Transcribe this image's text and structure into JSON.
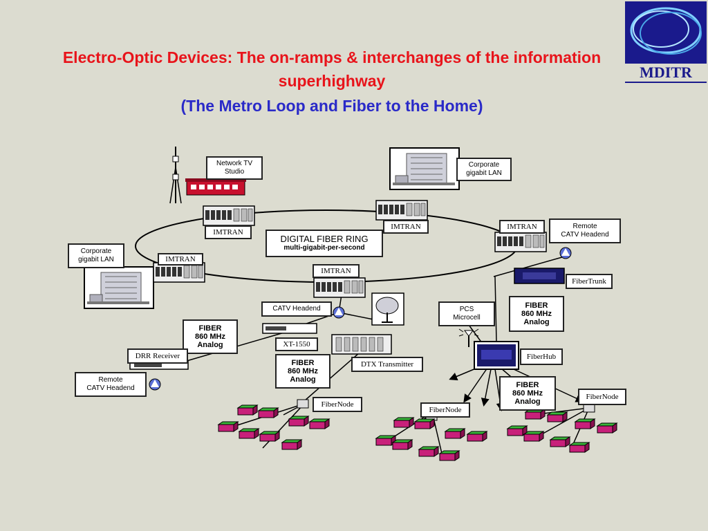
{
  "title": {
    "line1": "Electro-Optic Devices:  The on-ramps & interchanges of the information superhighway",
    "line2": "(The Metro Loop and Fiber to the Home)"
  },
  "logo": {
    "text": "MDITR"
  },
  "labels": {
    "network_tv_studio": "Network TV\nStudio",
    "corporate_lan_top": "Corporate\ngigabit LAN",
    "corporate_lan_left": "Corporate\ngigabit LAN",
    "imtran_1": "IMTRAN",
    "imtran_2": "IMTRAN",
    "imtran_3": "IMTRAN",
    "imtran_4": "IMTRAN",
    "imtran_5": "IMTRAN",
    "ring_title": "DIGITAL FIBER RING",
    "ring_sub": "multi-gigabit-per-second",
    "remote_catv_right": "Remote\nCATV Headend",
    "remote_catv_left": "Remote\nCATV Headend",
    "fibertrunk": "FiberTrunk",
    "catv_headend": "CATV Headend",
    "xt1550": "XT-1550",
    "fiber_left": "FIBER\n860 MHz\nAnalog",
    "fiber_center": "FIBER\n860 MHz\nAnalog",
    "fiber_right_top": "FIBER\n860 MHz\nAnalog",
    "fiber_right_bottom": "FIBER\n860 MHz\nAnalog",
    "drr_receiver": "DRR Receiver",
    "dtx_transmitter": "DTX Transmitter",
    "pcs_microcell": "PCS\nMicrocell",
    "fiberhub": "FiberHub",
    "fibernode_left": "FiberNode",
    "fibernode_center": "FiberNode",
    "fibernode_right": "FiberNode"
  },
  "colors": {
    "title_red": "#e8141b",
    "title_blue": "#2a2ac8",
    "logo_blue": "#1a1a8c",
    "studio_red": "#c8102e",
    "home_magenta": "#c8207a",
    "home_green": "#3ab53a",
    "hub_navy": "#1a1a6a"
  }
}
